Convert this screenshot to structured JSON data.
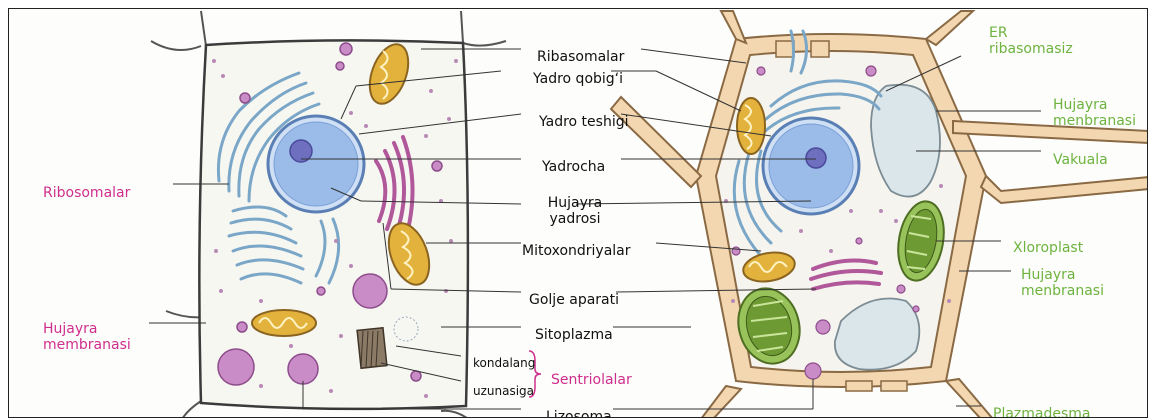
{
  "labels": {
    "ribasomalar": "Ribasomalar",
    "yadro_qobigi": "Yadro qobig‘i",
    "yadro_teshigi": "Yadro teshigi",
    "yadrocha": "Yadrocha",
    "hujayra_yadrosi_1": "Hujayra",
    "hujayra_yadrosi_2": "yadrosi",
    "mitoxondriyalar": "Mitoxondriyalar",
    "golje": "Golje aparati",
    "sitoplazma": "Sitoplazma",
    "kondalang": "kondalang",
    "uzunasiga": "uzunasiga",
    "sentriolalar": "Sentriolalar",
    "lizosoma": "Lizosoma",
    "left_ribosomalar": "Ribosomalar",
    "left_membrana_1": "Hujayra",
    "left_membrana_2": "membranasi",
    "er_1": "ER",
    "er_2": "ribasomasiz",
    "right_membrana_a1": "Hujayra",
    "right_membrana_a2": "menbranasi",
    "vakuala": "Vakuala",
    "xloroplast": "Xloroplast",
    "right_membrana_b1": "Hujayra",
    "right_membrana_b2": "menbranasi",
    "plazmadesma": "Plazmadesma"
  },
  "colors": {
    "pink_label": "#cf2e8d",
    "green_label": "#6db33f",
    "cell_wall": "#f3d7b0",
    "cell_wall_stroke": "#8a6a44",
    "nucleus": "#9bbbe8",
    "nucleolus": "#6f6fc0",
    "er": "#a9cfe6",
    "mitochondria": "#e3b23c",
    "golgi": "#b0589a",
    "lysosome": "#c98cc7",
    "chloroplast": "#98c35a",
    "vacuole": "#dbe6ea"
  }
}
